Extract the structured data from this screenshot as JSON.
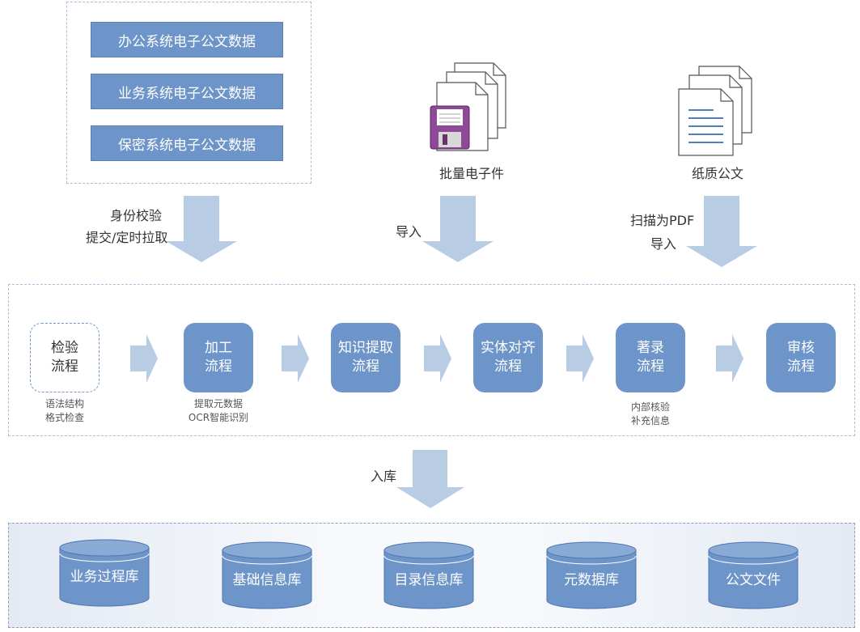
{
  "sources": {
    "systems": [
      "办公系统电子公文数据",
      "业务系统电子公文数据",
      "保密系统电子公文数据"
    ],
    "electronic_label": "批量电子件",
    "paper_label": "纸质公文"
  },
  "arrows": {
    "left_line1": "身份校验",
    "left_line2": "提交/定时拉取",
    "middle": "导入",
    "right_line1": "扫描为PDF",
    "right_line2": "导入",
    "store": "入库"
  },
  "process": {
    "steps": [
      {
        "line1": "检验",
        "line2": "流程",
        "note1": "语法结构",
        "note2": "格式检查"
      },
      {
        "line1": "加工",
        "line2": "流程",
        "note1": "提取元数据",
        "note2": "OCR智能识别"
      },
      {
        "line1": "知识提取",
        "line2": "流程"
      },
      {
        "line1": "实体对齐",
        "line2": "流程"
      },
      {
        "line1": "著录",
        "line2": "流程",
        "note1": "内部核验",
        "note2": "补充信息"
      },
      {
        "line1": "审核",
        "line2": "流程"
      }
    ]
  },
  "databases": [
    "业务过程库",
    "基础信息库",
    "目录信息库",
    "元数据库",
    "公文文件"
  ],
  "colors": {
    "box_fill": "#6d95c9",
    "arrow_fill": "#b8cce4",
    "dashed_border": "#a9bfdc"
  }
}
